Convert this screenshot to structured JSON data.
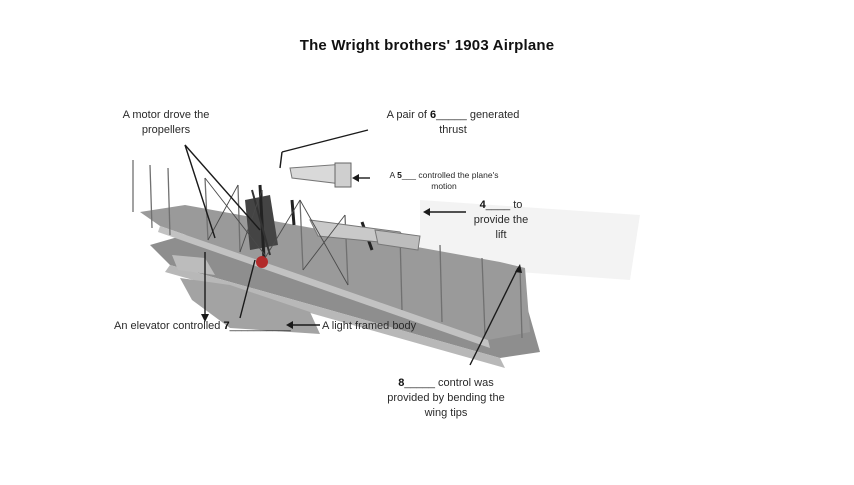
{
  "title": "The Wright brothers' 1903 Airplane",
  "labels": {
    "motor": {
      "line1": "A motor drove the",
      "line2": "propellers"
    },
    "propellers": {
      "prefix": "A pair of ",
      "number": "6",
      "blank": "_____",
      "suffix": " generated",
      "line2": "thrust"
    },
    "rudder": {
      "prefix": "A ",
      "number": "5",
      "blank": "___",
      "suffix": " controlled the plane's",
      "line2": "motion"
    },
    "lift": {
      "number": "4",
      "blank": "____",
      "suffix": " to",
      "line2": "provide the",
      "line3": "lift"
    },
    "elevator": {
      "prefix": "An elevator controlled ",
      "number": "7",
      "blank": "__________"
    },
    "frame": {
      "text": "A light framed body"
    },
    "wing_warping": {
      "number": "8",
      "blank": "_____",
      "suffix": " control was",
      "line2": "provided by bending the",
      "line3": "wing tips"
    }
  },
  "colors": {
    "wing": "#8c8c8c",
    "wing_light": "#a9a9a9",
    "strut": "#6e6e6e",
    "leader": "#1a1a1a",
    "accent": "#b22a2a"
  }
}
